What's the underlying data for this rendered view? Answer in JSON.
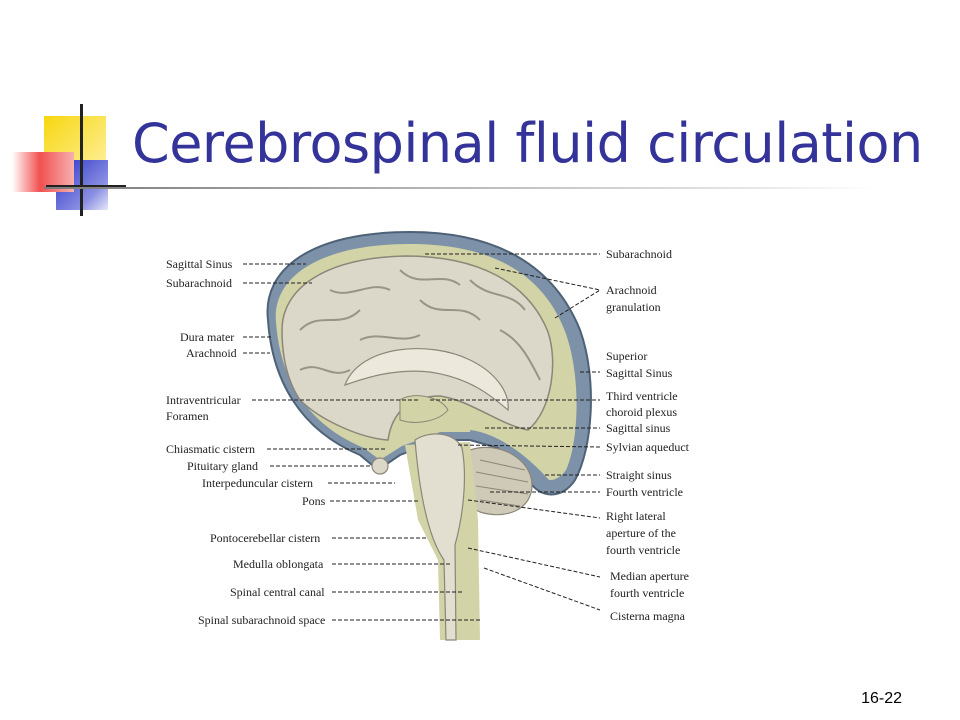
{
  "slide": {
    "title": "Cerebrospinal fluid circulation",
    "number": "16-22"
  },
  "diagram": {
    "left_labels": [
      "Sagittal Sinus",
      "Subarachnoid",
      "Dura mater",
      "Arachnoid",
      "Intraventricular",
      "Foramen",
      "Chiasmatic cistern",
      "Pituitary gland",
      "Interpeduncular cistern",
      "Pons",
      "Pontocerebellar cistern",
      "Medulla oblongata",
      "Spinal central canal",
      "Spinal subarachnoid space"
    ],
    "right_labels": [
      "Subarachnoid",
      "Arachnoid",
      "granulation",
      "Superior",
      "Sagittal Sinus",
      "Third ventricle",
      "choroid plexus",
      "Sagittal sinus",
      "Sylvian aqueduct",
      "Straight sinus",
      "Fourth ventricle",
      "Right lateral",
      "aperture of the",
      "fourth ventricle",
      "Median aperture",
      "fourth ventricle",
      "Cisterna magna"
    ]
  },
  "colors": {
    "title": "#333399",
    "deco_yellow": "#f5d214",
    "deco_blue": "#2f34c8",
    "deco_red": "#f24a4a",
    "tissue": "#d9d5c4",
    "csf": "#d2d3a6",
    "sinus": "#7d92a8"
  }
}
